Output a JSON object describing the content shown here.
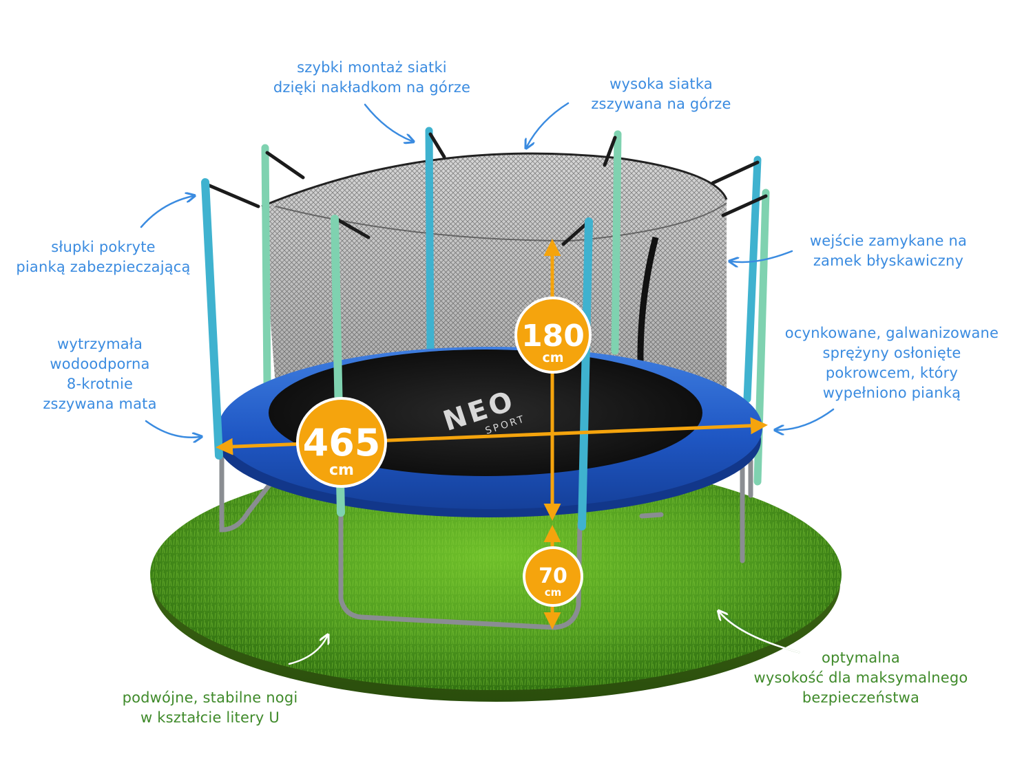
{
  "labels": {
    "top_center": [
      "szybki montaż siatki",
      "dzięki nakładkom na górze"
    ],
    "top_right": [
      "wysoka siatka",
      "zszywana na górze"
    ],
    "left_posts": [
      "słupki pokryte",
      "pianką zabezpieczającą"
    ],
    "right_zip": [
      "wejście zamykane na",
      "zamek błyskawiczny"
    ],
    "left_mat": [
      "wytrzymała",
      "wodoodporna",
      "8-krotnie",
      "zszywana mata"
    ],
    "right_springs": [
      "ocynkowane, galwanizowane",
      "sprężyny osłonięte",
      "pokrowcem, który",
      "wypełniono pianką"
    ],
    "bottom_left": [
      "podwójne, stabilne nogi",
      "w kształcie litery U"
    ],
    "bottom_right": [
      "optymalna",
      "wysokość dla maksymalnego",
      "bezpieczeństwa"
    ]
  },
  "dimensions": {
    "diameter": {
      "value": "465",
      "unit": "cm"
    },
    "net_height": {
      "value": "180",
      "unit": "cm"
    },
    "frame_height": {
      "value": "70",
      "unit": "cm"
    }
  },
  "brand": {
    "name": "NEO",
    "sub": "SPORT"
  },
  "colors": {
    "label_blue": "#3a8be0",
    "label_green": "#3f8a2a",
    "badge_orange": "#f5a40d",
    "pad_blue": "#1f57c4",
    "post_teal": "#3fb2cf",
    "post_mint": "#7fd2b0",
    "grass": "#4f9a1f"
  }
}
